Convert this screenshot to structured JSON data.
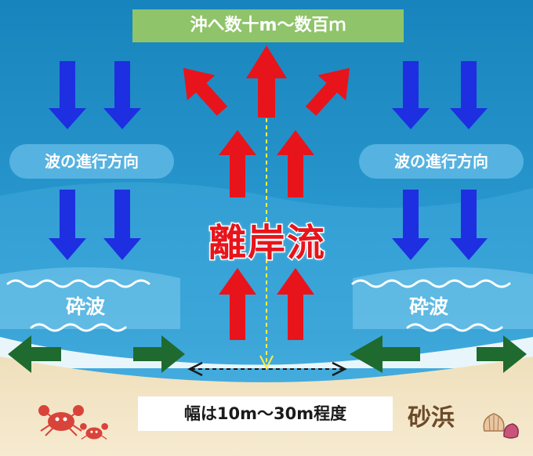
{
  "labels": {
    "offshore_distance": "沖へ数十m～数百ｍ",
    "wave_direction_left": "波の進行方向",
    "wave_direction_right": "波の進行方向",
    "rip_current": "離岸流",
    "breaker_left": "砕波",
    "breaker_right": "砕波",
    "current_width": "幅は10m～30m程度",
    "sandy_beach": "砂浜"
  },
  "colors": {
    "deep_sea": "#1e8fc4",
    "shallow_sea": "#4db6e6",
    "sand": "#f2e4c4",
    "wave_direction_arrow": "#1d2fe0",
    "rip_current_arrow": "#e8141b",
    "longshore_arrow": "#1f6a2f",
    "banner": "#8fc46a",
    "crab": "#d9443a"
  },
  "icons": [
    "down-arrow-icon",
    "up-arrow-icon",
    "side-arrow-icon",
    "crab-icon",
    "seashell-icon"
  ]
}
